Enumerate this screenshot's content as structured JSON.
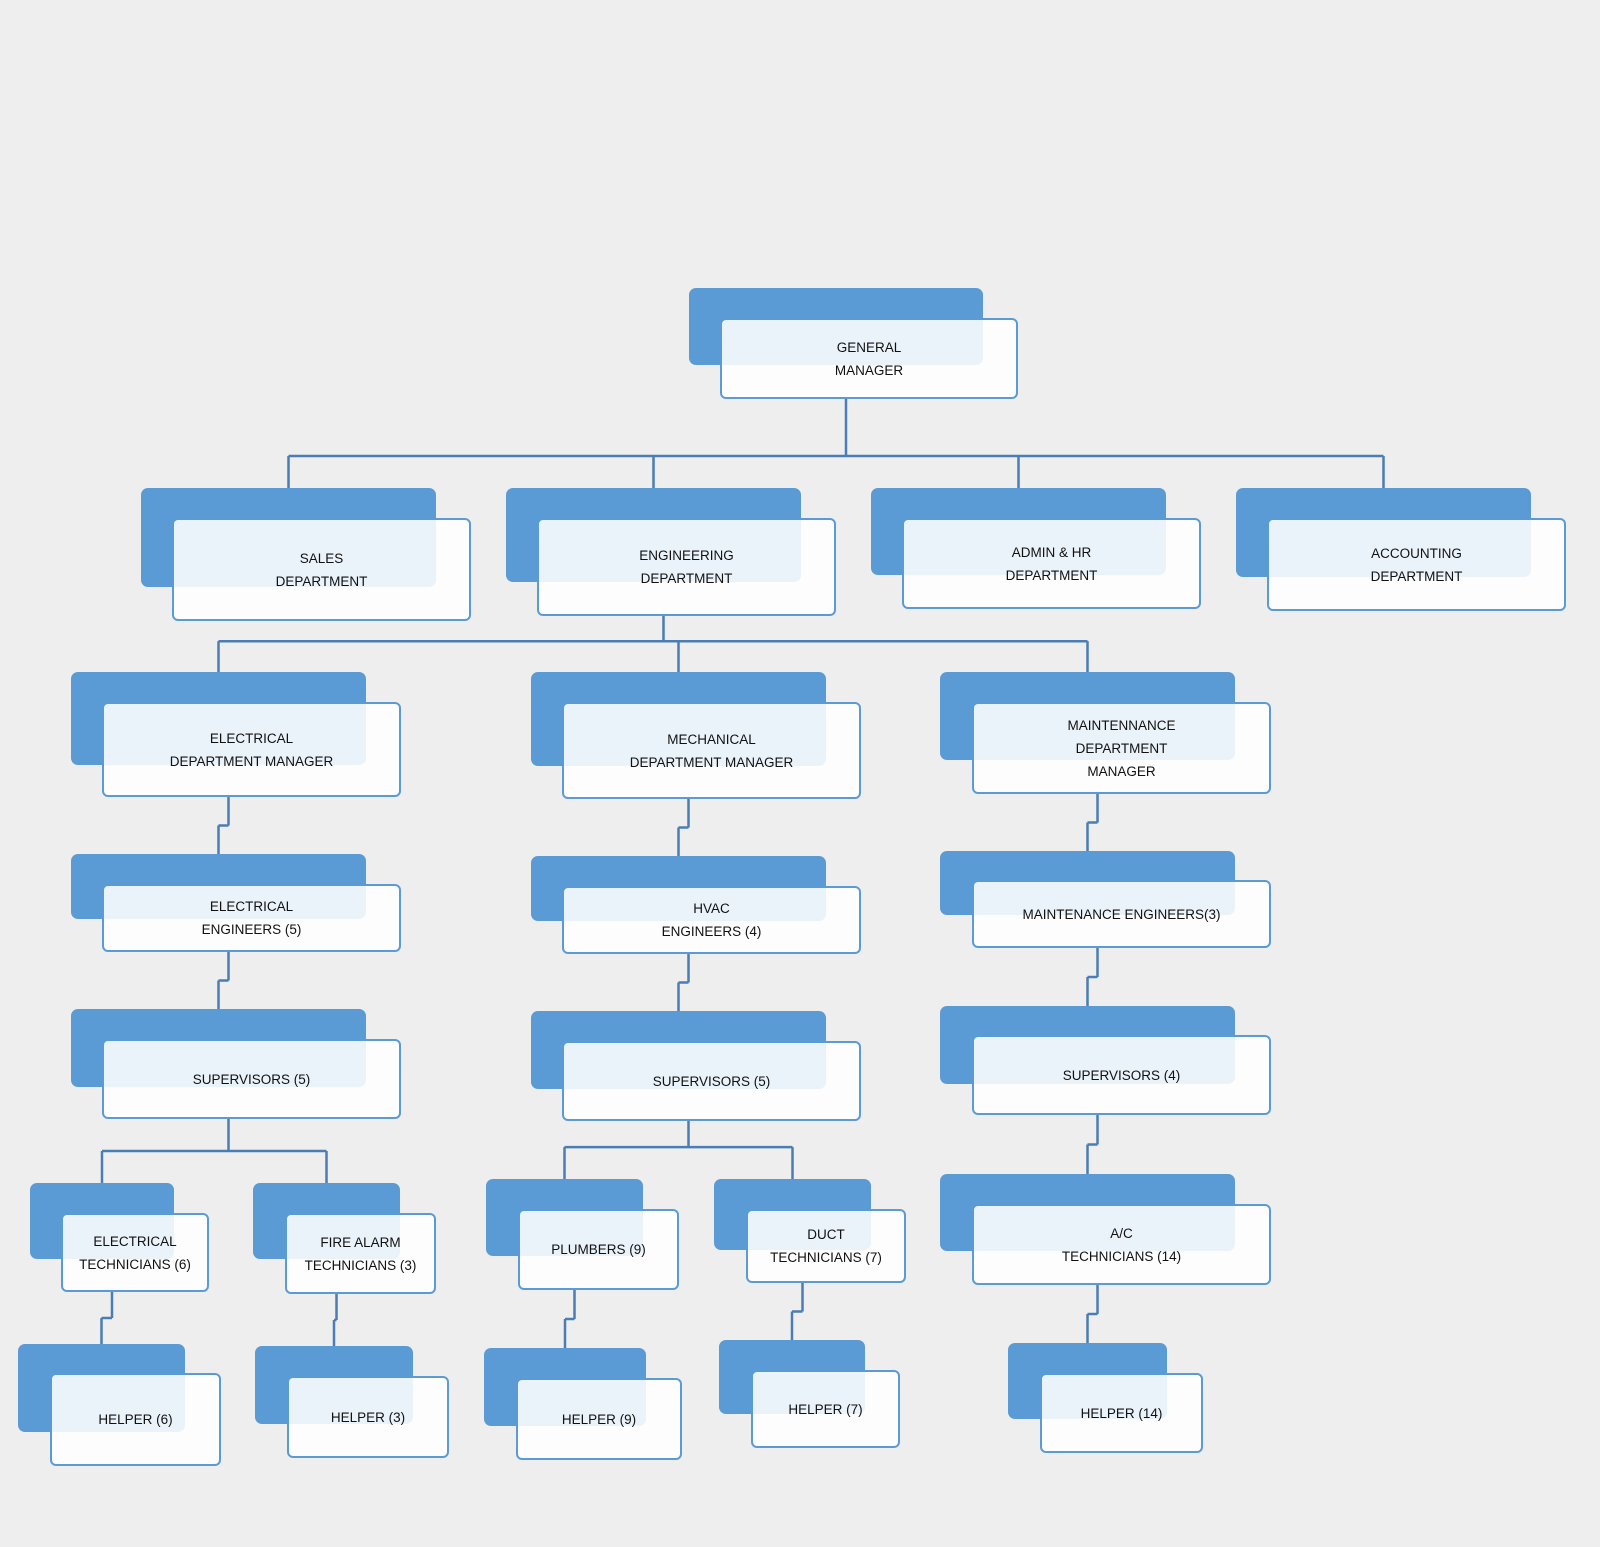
{
  "colors": {
    "background": "#eeeeee",
    "box_shade": "#5b9bd5",
    "connector": "#4a7db5"
  },
  "nodes": [
    {
      "id": "general-manager",
      "label": "GENERAL\nMANAGER"
    },
    {
      "id": "sales-department",
      "label": "SALES\nDEPARTMENT"
    },
    {
      "id": "engineering-department",
      "label": "ENGINEERING\nDEPARTMENT"
    },
    {
      "id": "admin-hr-department",
      "label": "ADMIN & HR\nDEPARTMENT"
    },
    {
      "id": "accounting-department",
      "label": "ACCOUNTING\nDEPARTMENT"
    },
    {
      "id": "electrical-dept-manager",
      "label": "ELECTRICAL\nDEPARTMENT MANAGER"
    },
    {
      "id": "mechanical-dept-manager",
      "label": "MECHANICAL\nDEPARTMENT MANAGER"
    },
    {
      "id": "maintenance-dept-manager",
      "label": "MAINTENNANCE\nDEPARTMENT\nMANAGER"
    },
    {
      "id": "electrical-engineers",
      "label": "ELECTRICAL\nENGINEERS (5)"
    },
    {
      "id": "hvac-engineers",
      "label": "HVAC\nENGINEERS (4)"
    },
    {
      "id": "maintenance-engineers",
      "label": "MAINTENANCE ENGINEERS(3)"
    },
    {
      "id": "electrical-supervisors",
      "label": "SUPERVISORS (5)"
    },
    {
      "id": "mechanical-supervisors",
      "label": "SUPERVISORS (5)"
    },
    {
      "id": "maintenance-supervisors",
      "label": "SUPERVISORS (4)"
    },
    {
      "id": "electrical-technicians",
      "label": "ELECTRICAL\nTECHNICIANS (6)"
    },
    {
      "id": "fire-alarm-technicians",
      "label": "FIRE ALARM\nTECHNICIANS (3)"
    },
    {
      "id": "plumbers",
      "label": "PLUMBERS (9)"
    },
    {
      "id": "duct-technicians",
      "label": "DUCT\nTECHNICIANS (7)"
    },
    {
      "id": "ac-technicians",
      "label": "A/C\nTECHNICIANS (14)"
    },
    {
      "id": "helper-electrical",
      "label": "HELPER (6)"
    },
    {
      "id": "helper-fire-alarm",
      "label": "HELPER (3)"
    },
    {
      "id": "helper-plumbers",
      "label": "HELPER (9)"
    },
    {
      "id": "helper-duct",
      "label": "HELPER (7)"
    },
    {
      "id": "helper-ac",
      "label": "HELPER (14)"
    }
  ],
  "edges": [
    {
      "from": "general-manager",
      "to": "sales-department"
    },
    {
      "from": "general-manager",
      "to": "engineering-department"
    },
    {
      "from": "general-manager",
      "to": "admin-hr-department"
    },
    {
      "from": "general-manager",
      "to": "accounting-department"
    },
    {
      "from": "engineering-department",
      "to": "electrical-dept-manager"
    },
    {
      "from": "engineering-department",
      "to": "mechanical-dept-manager"
    },
    {
      "from": "engineering-department",
      "to": "maintenance-dept-manager"
    },
    {
      "from": "electrical-dept-manager",
      "to": "electrical-engineers"
    },
    {
      "from": "mechanical-dept-manager",
      "to": "hvac-engineers"
    },
    {
      "from": "maintenance-dept-manager",
      "to": "maintenance-engineers"
    },
    {
      "from": "electrical-engineers",
      "to": "electrical-supervisors"
    },
    {
      "from": "hvac-engineers",
      "to": "mechanical-supervisors"
    },
    {
      "from": "maintenance-engineers",
      "to": "maintenance-supervisors"
    },
    {
      "from": "electrical-supervisors",
      "to": "electrical-technicians"
    },
    {
      "from": "electrical-supervisors",
      "to": "fire-alarm-technicians"
    },
    {
      "from": "mechanical-supervisors",
      "to": "plumbers"
    },
    {
      "from": "mechanical-supervisors",
      "to": "duct-technicians"
    },
    {
      "from": "maintenance-supervisors",
      "to": "ac-technicians"
    },
    {
      "from": "electrical-technicians",
      "to": "helper-electrical"
    },
    {
      "from": "fire-alarm-technicians",
      "to": "helper-fire-alarm"
    },
    {
      "from": "plumbers",
      "to": "helper-plumbers"
    },
    {
      "from": "duct-technicians",
      "to": "helper-duct"
    },
    {
      "from": "ac-technicians",
      "to": "helper-ac"
    }
  ]
}
